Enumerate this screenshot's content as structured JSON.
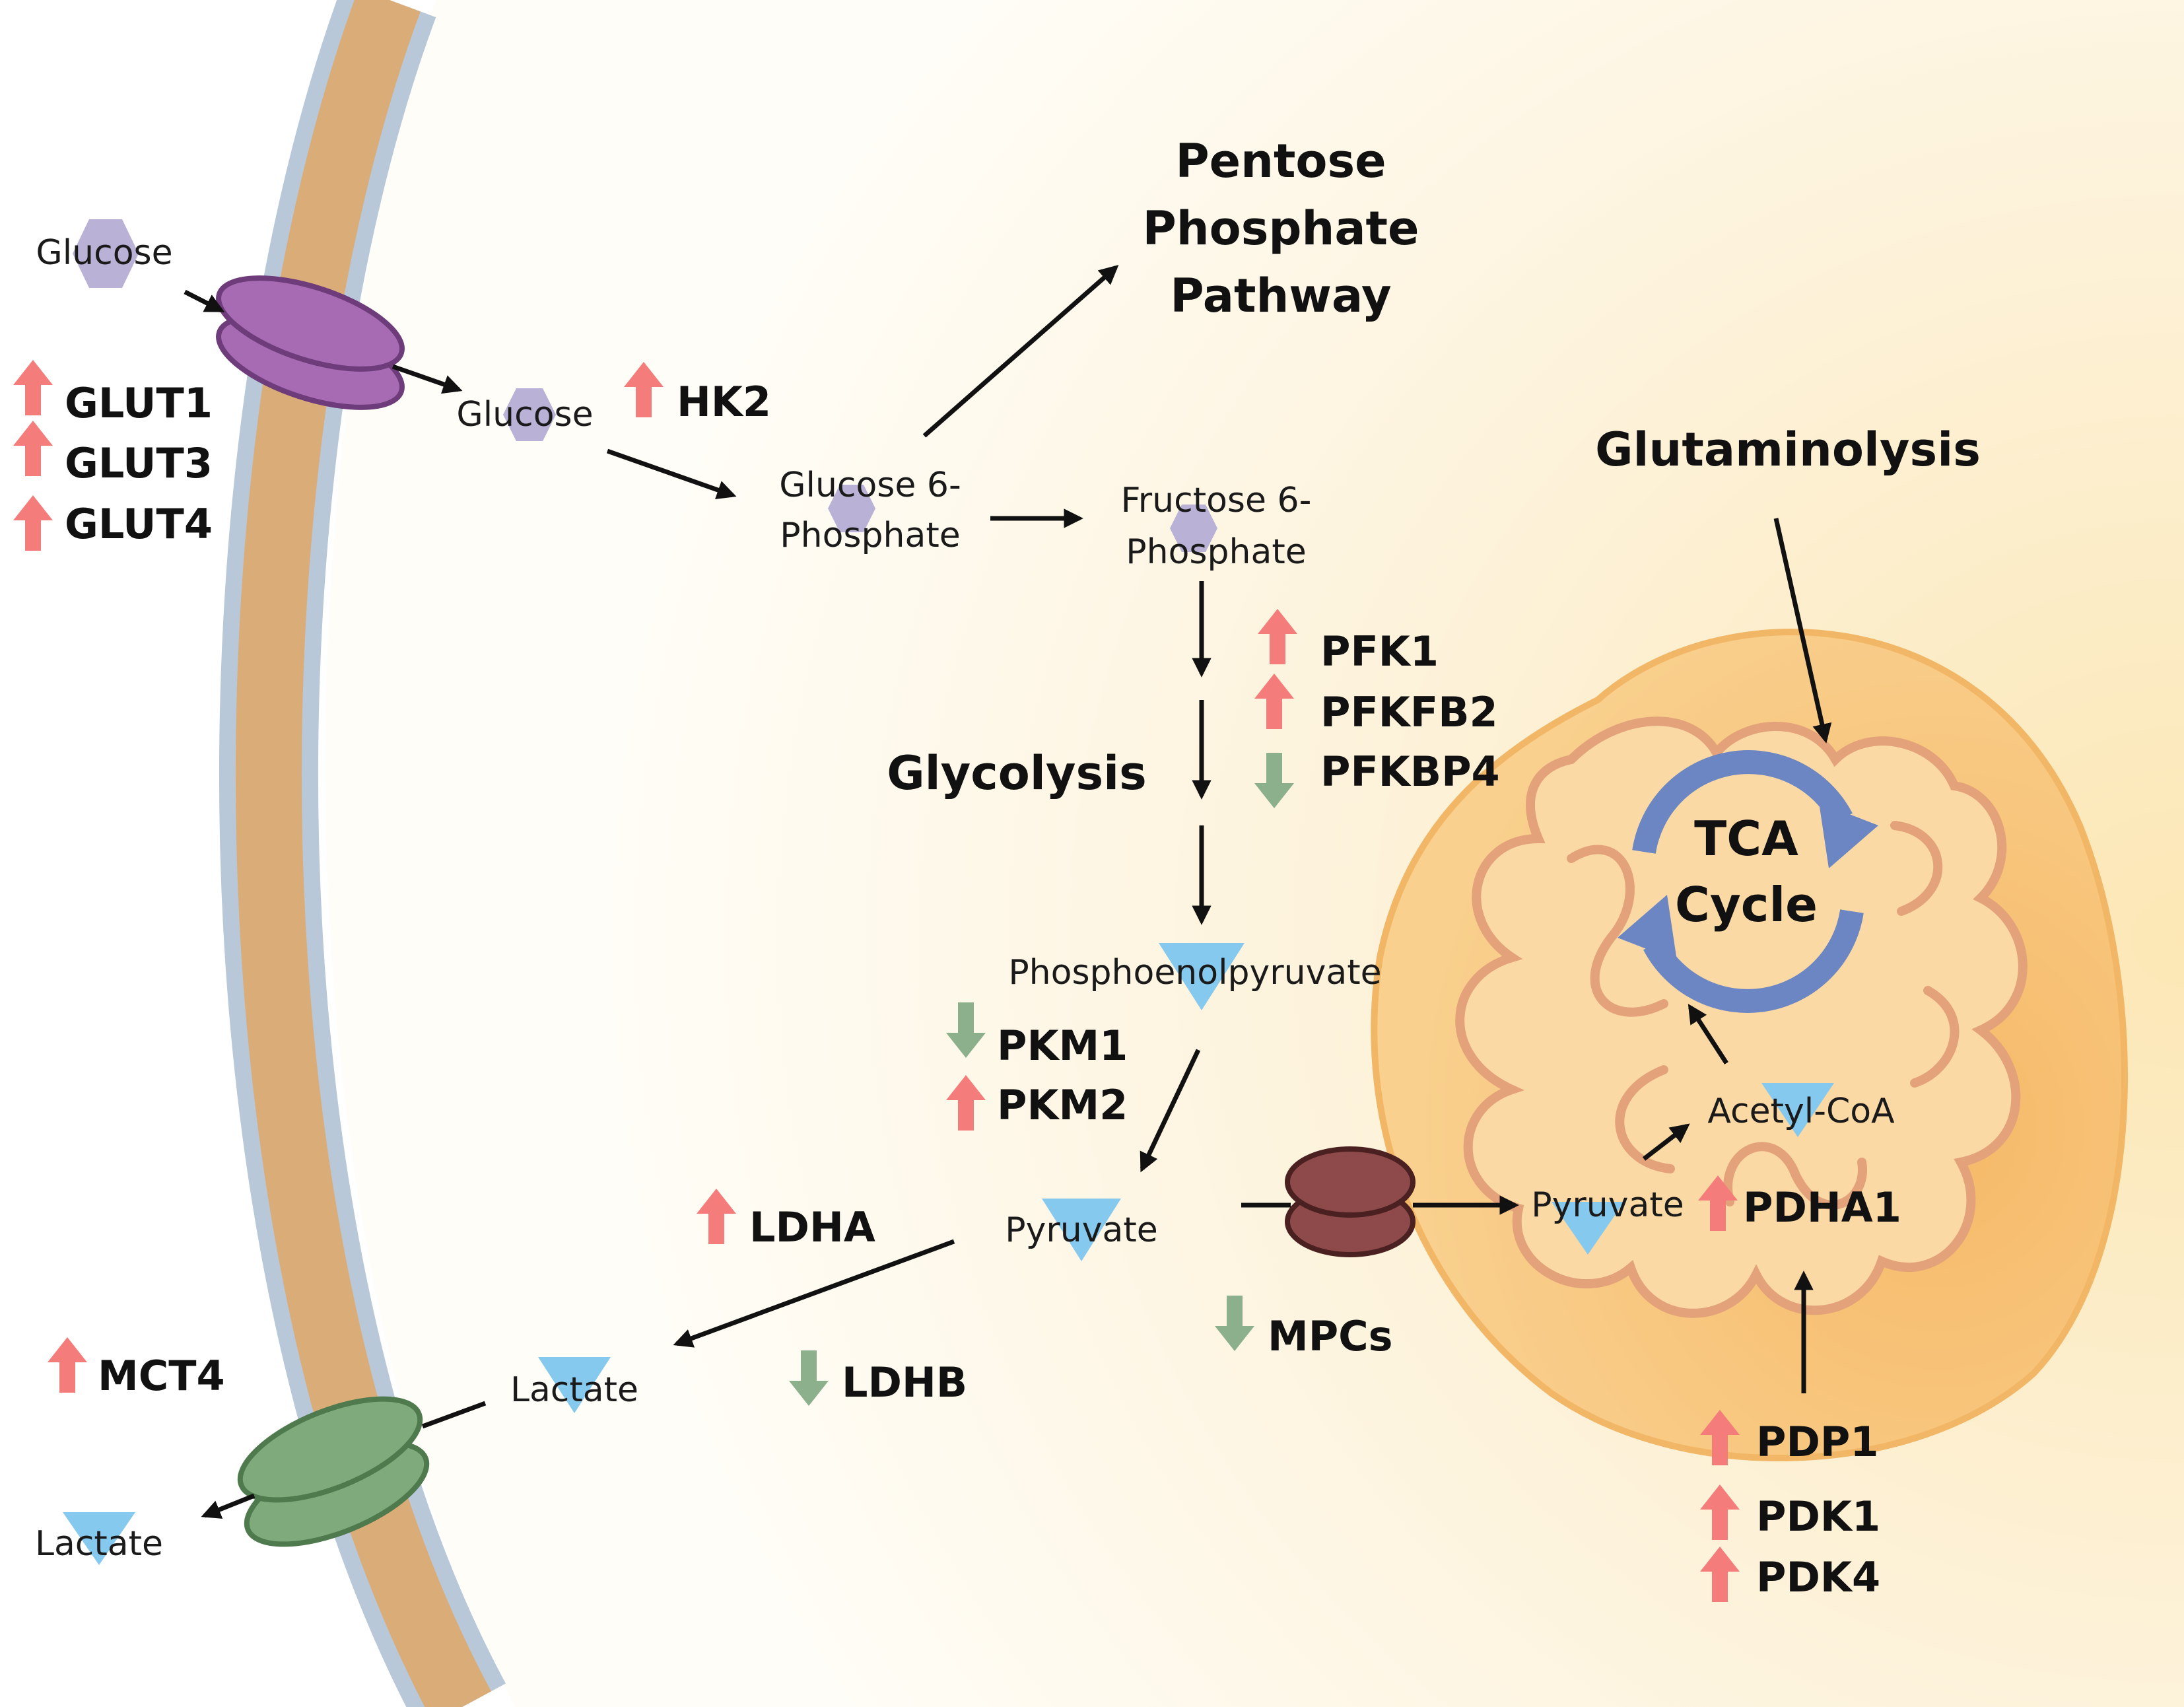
{
  "colors": {
    "up_arrow": "#f47c7a",
    "down_arrow": "#8bb08b",
    "glucose_hexagon": "#b9b2d6",
    "metabolite_triangle": "#86c9ee",
    "glut_transporter": "#a66bb2",
    "mct_transporter": "#7fab7c",
    "mpc_transporter": "#8e4a4a",
    "mitochondrion": "#f7c77e",
    "tca_arrows": "#6b86c2",
    "membrane_outer": "#b9c8d8",
    "membrane_inner": "#d9ac78",
    "cytoplasm": "#fdf1d4"
  },
  "labels": {
    "glucose_out": "Glucose",
    "glucose_in": "Glucose",
    "g6p_line1": "Glucose 6-",
    "g6p_line2": "Phosphate",
    "f6p_line1": "Fructose 6-",
    "f6p_line2": "Phosphate",
    "pep": "Phosphoenolpyruvate",
    "pyruvate": "Pyruvate",
    "pyruvate_mito": "Pyruvate",
    "acetyl_coa": "Acetyl-CoA",
    "lactate_in": "Lactate",
    "lactate_out": "Lactate"
  },
  "pathways": {
    "ppp_line1": "Pentose",
    "ppp_line2": "Phosphate",
    "ppp_line3": "Pathway",
    "glycolysis": "Glycolysis",
    "glutaminolysis": "Glutaminolysis",
    "tca_line1": "TCA",
    "tca_line2": "Cycle"
  },
  "genes": {
    "glut1": {
      "name": "GLUT1",
      "direction": "up"
    },
    "glut3": {
      "name": "GLUT3",
      "direction": "up"
    },
    "glut4": {
      "name": "GLUT4",
      "direction": "up"
    },
    "hk2": {
      "name": "HK2",
      "direction": "up"
    },
    "pfk1": {
      "name": "PFK1",
      "direction": "up"
    },
    "pfkfb2": {
      "name": "PFKFB2",
      "direction": "up"
    },
    "pfkbp4": {
      "name": "PFKBP4",
      "direction": "down"
    },
    "pkm1": {
      "name": "PKM1",
      "direction": "down"
    },
    "pkm2": {
      "name": "PKM2",
      "direction": "up"
    },
    "ldha": {
      "name": "LDHA",
      "direction": "up"
    },
    "ldhb": {
      "name": "LDHB",
      "direction": "down"
    },
    "mct4": {
      "name": "MCT4",
      "direction": "up"
    },
    "mpcs": {
      "name": "MPCs",
      "direction": "down"
    },
    "pdha1": {
      "name": "PDHA1",
      "direction": "up"
    },
    "pdp1": {
      "name": "PDP1",
      "direction": "up"
    },
    "pdk1": {
      "name": "PDK1",
      "direction": "up"
    },
    "pdk4": {
      "name": "PDK4",
      "direction": "up"
    }
  }
}
